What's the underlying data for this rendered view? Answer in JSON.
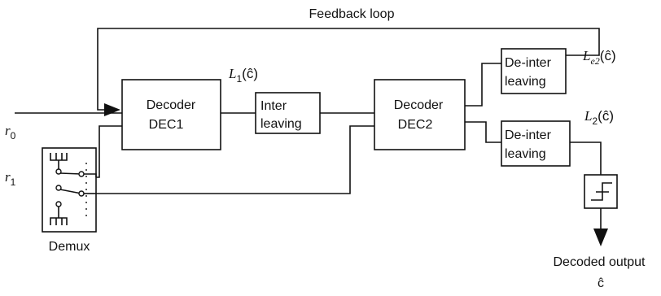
{
  "title": "Feedback loop",
  "blocks": {
    "decoder1": {
      "line1": "Decoder",
      "line2": "DEC1"
    },
    "interleaver": {
      "line1": "Inter",
      "line2": "leaving"
    },
    "decoder2": {
      "line1": "Decoder",
      "line2": "DEC2"
    },
    "deinterleaver_top": {
      "line1": "De-inter",
      "line2": "leaving"
    },
    "deinterleaver_bottom": {
      "line1": "De-inter",
      "line2": "leaving"
    }
  },
  "inputs": {
    "r0": {
      "base": "r",
      "sub": "0"
    },
    "r1": {
      "base": "r",
      "sub": "1"
    }
  },
  "signals": {
    "L1": {
      "base": "L",
      "sub": "1",
      "arg": "(ĉ)"
    },
    "Le2": {
      "base": "L",
      "sub": "e2",
      "arg": "(ĉ)"
    },
    "L2": {
      "base": "L",
      "sub": "2",
      "arg": "(ĉ)"
    }
  },
  "demux_label": "Demux",
  "output": {
    "label": "Decoded output",
    "symbol": "ĉ"
  }
}
